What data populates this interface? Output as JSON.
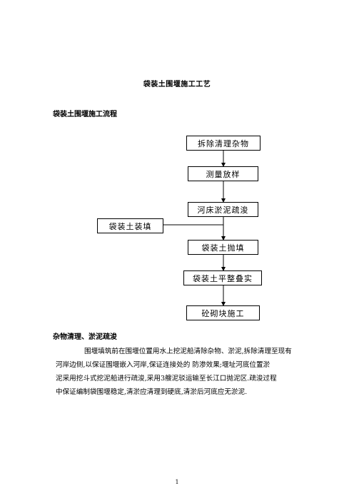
{
  "document": {
    "title": "袋装土围堰施工工艺",
    "section1_heading": "袋装土围堰施工流程",
    "flowchart": {
      "steps": [
        "拆除清理杂物",
        "测量放样",
        "河床淤泥疏浚",
        "袋装土抛填",
        "袋装土平整叠实",
        "砼砌块施工"
      ],
      "side_input": "袋装土装填"
    },
    "section2_heading": "杂物清理、淤泥疏浚",
    "paragraph": {
      "line1": "围堰填筑前在围堰位置用水上挖泥船清除杂物、淤泥,拆除清理至现有",
      "line2": "河岸边侧,以保证围堰嵌入河岸,保证连接处的  防渗效果;堰址河底位置淤",
      "line3": "泥采用挖斗式挖泥船进行疏浚,采用3艘泥驳运输至长江口抛泥区.疏浚过程",
      "line4": "中保证编制袋围堰稳定,清淤应清理到硬底,清淤后河底应无淤泥."
    },
    "page_number": "1"
  }
}
